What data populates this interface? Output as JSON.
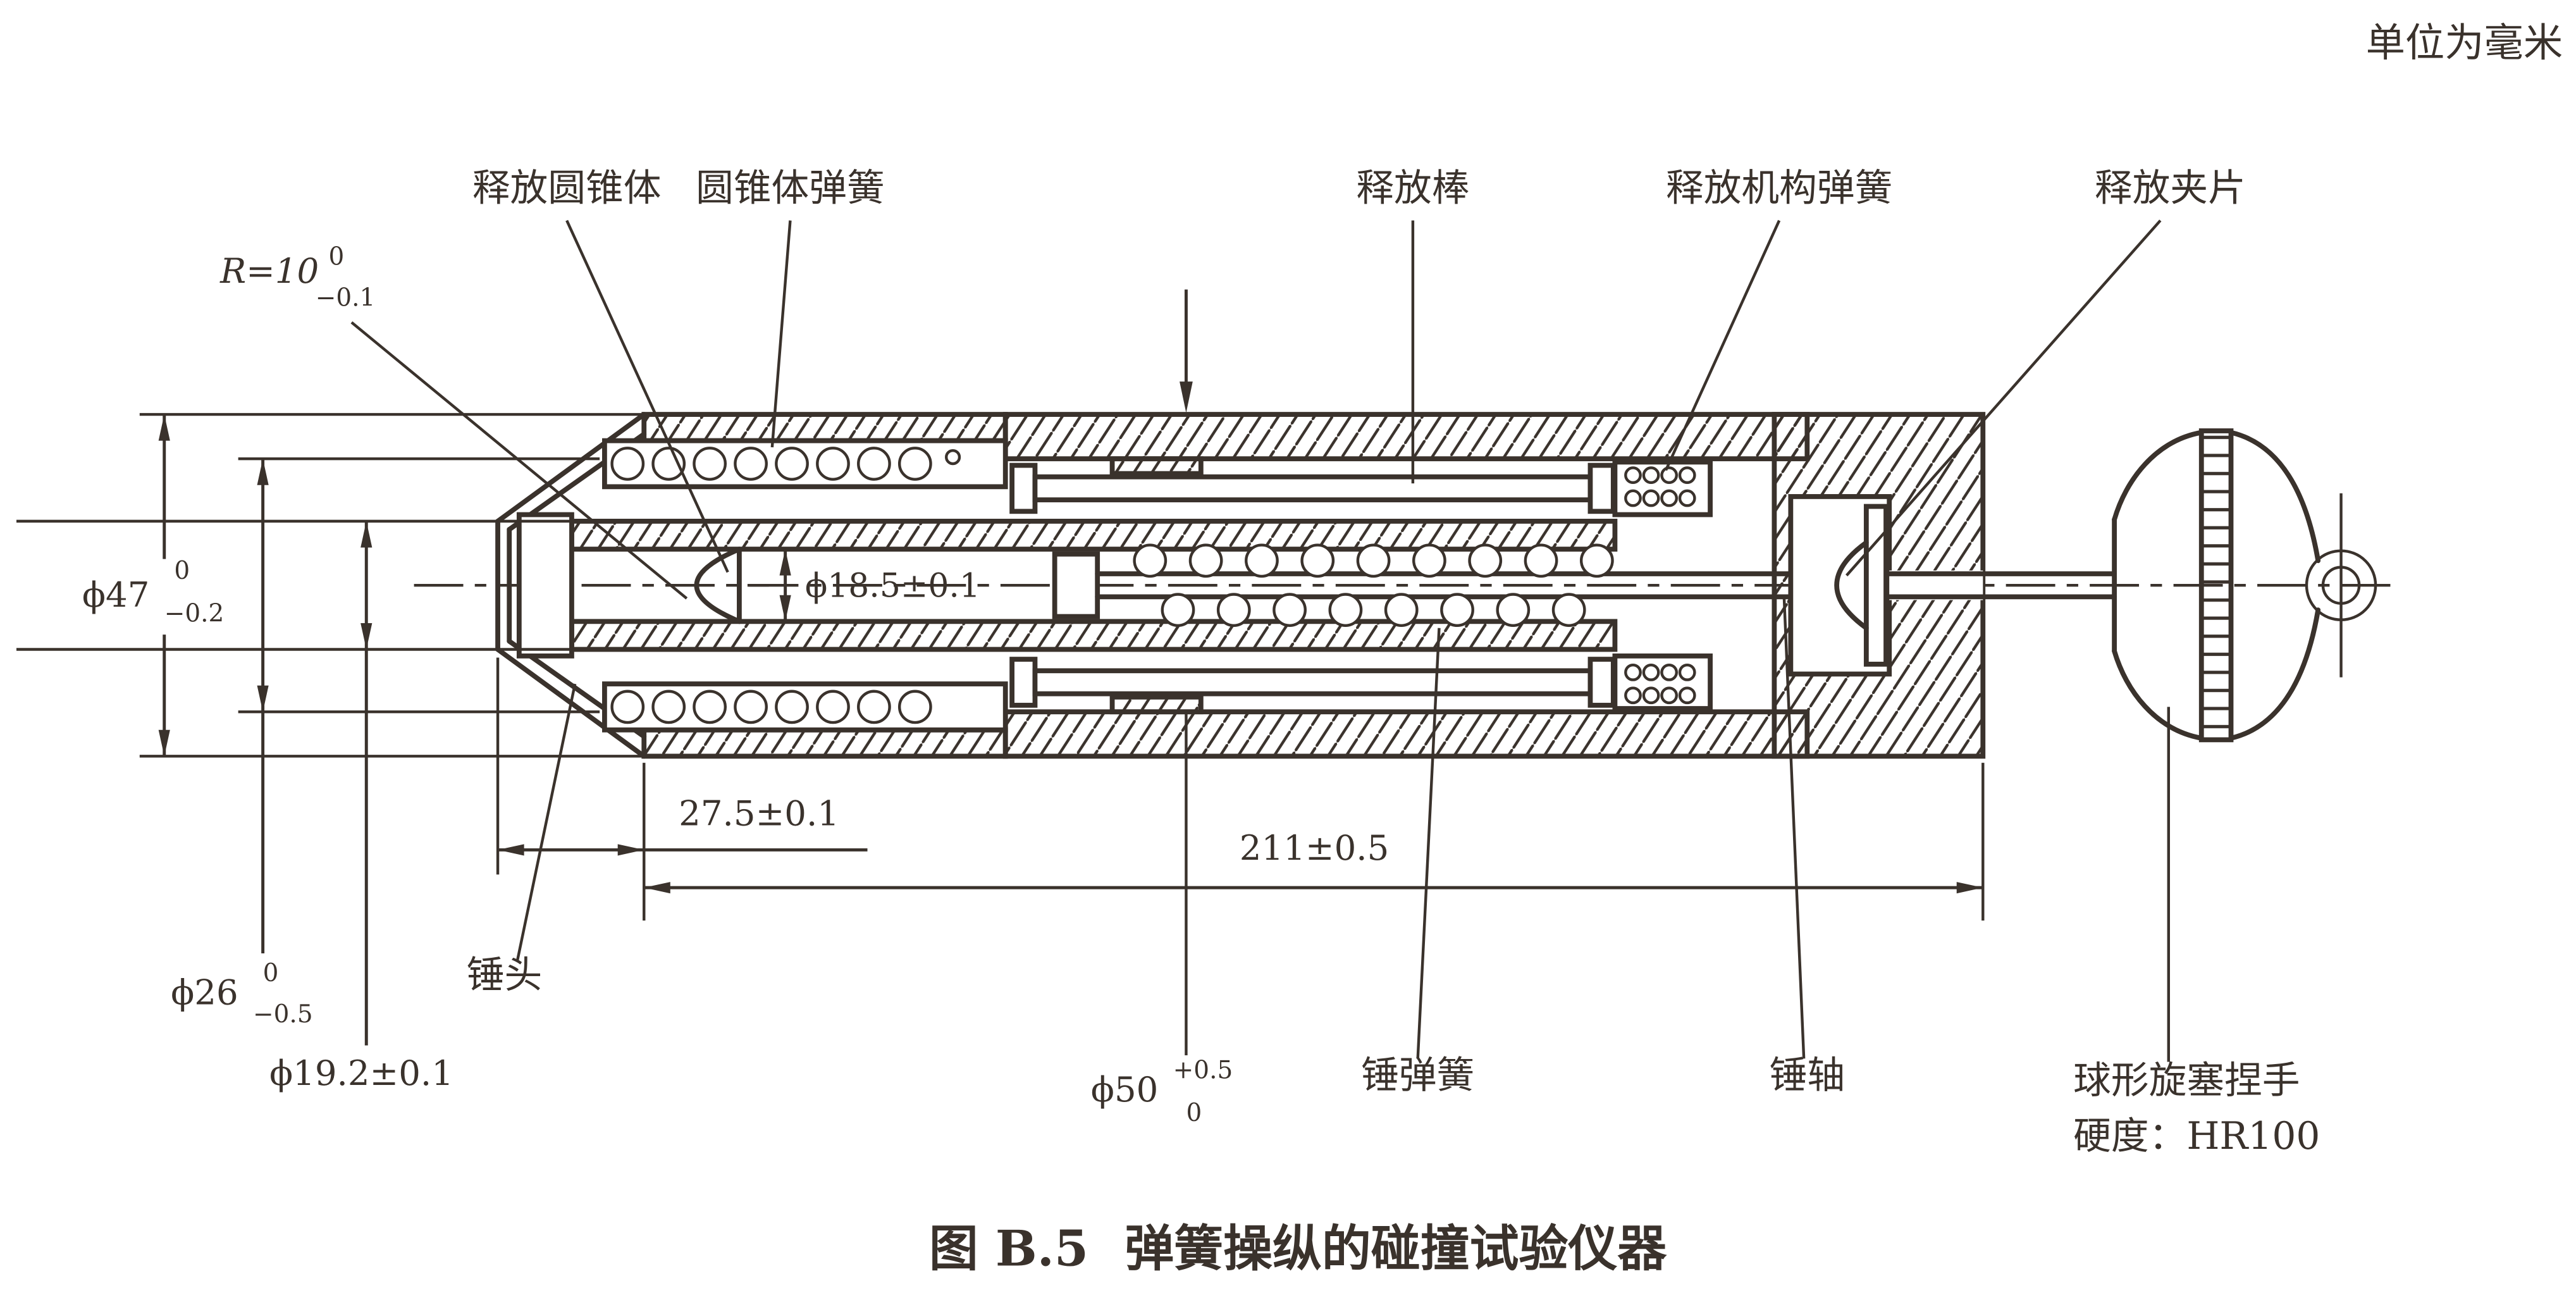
{
  "units_note": "单位为毫米",
  "caption": {
    "figure_no": "图 B.5",
    "title": "弹簧操纵的碰撞试验仪器"
  },
  "part_labels": {
    "release_cone": "释放圆锥体",
    "cone_spring": "圆锥体弹簧",
    "release_rod": "释放棒",
    "release_mechanism_spring": "释放机构弹簧",
    "release_clip": "释放夹片",
    "hammer_head": "锤头",
    "hammer_spring": "锤弹簧",
    "hammer_shaft": "锤轴",
    "knob_name": "球形旋塞捏手",
    "knob_hardness": "硬度：HR100"
  },
  "dimensions": {
    "radius_r10": {
      "value": "R=10",
      "tol_upper": "0",
      "tol_lower": "−0.1"
    },
    "dia_47": {
      "value": "ϕ47",
      "tol_upper": "0",
      "tol_lower": "−0.2"
    },
    "dia_26": {
      "value": "ϕ26",
      "tol_upper": "0",
      "tol_lower": "−0.5"
    },
    "dia_19_2": {
      "value": "ϕ19.2±0.1"
    },
    "dia_18_5": {
      "value": "ϕ18.5±0.1"
    },
    "len_27_5": {
      "value": "27.5±0.1"
    },
    "len_211": {
      "value": "211±0.5"
    },
    "dia_50": {
      "value": "ϕ50",
      "tol_upper": "+0.5",
      "tol_lower": "0"
    }
  },
  "colors": {
    "ink": "#3a322c",
    "background": "#ffffff"
  }
}
